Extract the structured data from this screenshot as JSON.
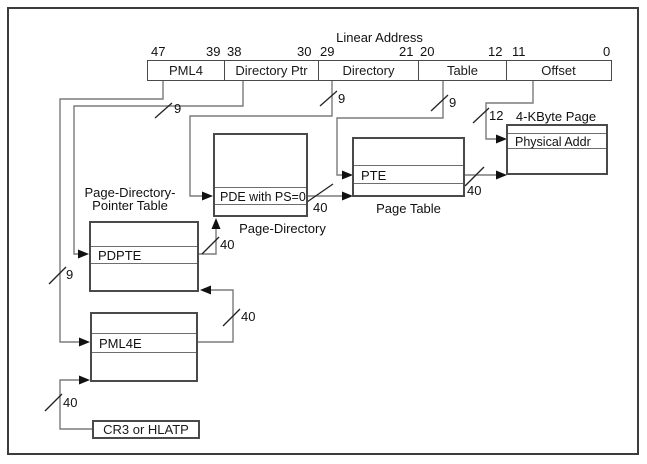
{
  "diagram": {
    "title": "Linear Address",
    "bit_labels": [
      "47",
      "39",
      "38",
      "30",
      "29",
      "21",
      "20",
      "12",
      "11",
      "0"
    ],
    "fields": [
      "PML4",
      "Directory Ptr",
      "Directory",
      "Table",
      "Offset"
    ],
    "tables": {
      "pdpt": {
        "name_line1": "Page-Directory-",
        "name_line2": "Pointer Table",
        "entry": "PDPTE"
      },
      "pml4_table": {
        "entry": "PML4E"
      },
      "page_directory": {
        "name": "Page-Directory",
        "entry": "PDE with PS=0"
      },
      "page_table": {
        "name": "Page Table",
        "entry": "PTE"
      },
      "page_4k": {
        "name": "4-KByte Page",
        "entry": "Physical Addr"
      },
      "cr3": {
        "label": "CR3 or HLATP"
      }
    },
    "bus_widths": {
      "pml4_index": "9",
      "dirptr_index": "9",
      "directory_index": "9",
      "table_index": "9",
      "offset_width": "12",
      "cr3_out": "40",
      "pml4e_out": "40",
      "pdpte_out": "40",
      "pde_out": "40",
      "pte_out": "40"
    },
    "colors": {
      "line": "#7b7b7b",
      "border": "#4a4a4a",
      "text": "#111111"
    }
  }
}
